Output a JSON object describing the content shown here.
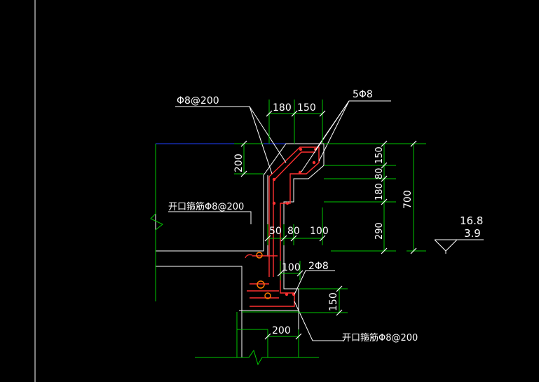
{
  "colors": {
    "background": "#000000",
    "outline": "#ffffff",
    "dimension": "#00c800",
    "rebar": "#ff3030",
    "anchor": "#ff7a00",
    "waterline": "#2040ff"
  },
  "annotations": {
    "top_stirrup": "Φ8@200",
    "top_bars": "5Φ8",
    "mid_stirrup": "开口箍筋Φ8@200",
    "bottom_bars": "2Φ8",
    "bottom_stirrup": "开口箍筋Φ8@200"
  },
  "dimensions": {
    "top_w1": "180",
    "top_w2": "150",
    "left_h": "200",
    "right_h1": "150",
    "right_h2": "80",
    "right_h3": "180",
    "right_h4": "290",
    "total_h": "700",
    "mid_w1": "50",
    "mid_w2": "80",
    "mid_w3": "100",
    "neck_w": "100",
    "bottom_h": "150",
    "base_w": "200"
  },
  "elevation": {
    "top_value": "16.8",
    "bottom_value": "3.9"
  }
}
